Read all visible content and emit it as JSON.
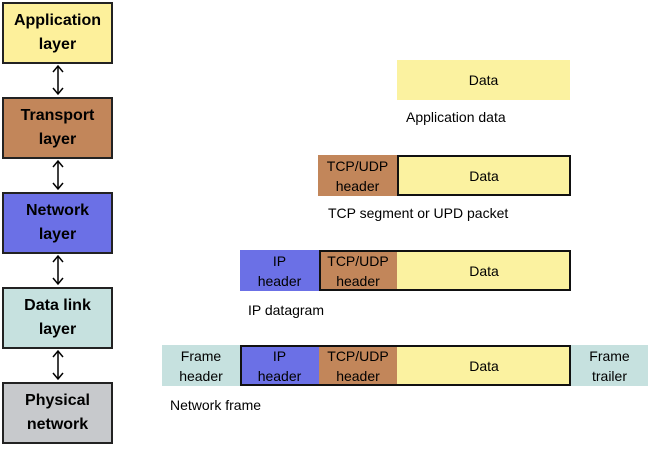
{
  "layers": {
    "application": "Application\nlayer",
    "transport": "Transport\nlayer",
    "network": "Network\nlayer",
    "datalink": "Data link\nlayer",
    "physical": "Physical\nnetwork"
  },
  "cells": {
    "data": "Data",
    "tcp_udp_header": "TCP/UDP\nheader",
    "ip_header": "IP\nheader",
    "frame_header": "Frame\nheader",
    "frame_trailer": "Frame\ntrailer"
  },
  "captions": {
    "application_data": "Application data",
    "tcp_segment": "TCP segment or UPD packet",
    "ip_datagram": "IP datagram",
    "network_frame": "Network frame"
  },
  "colors": {
    "application": "#fdf09b",
    "transport": "#c2865a",
    "network": "#6b70e6",
    "datalink": "#c6e1df",
    "physical": "#c7c9cc",
    "data": "#fbf2a0",
    "tcp_udp": "#c2865a",
    "ip": "#6b70e6",
    "frame": "#c6e1df"
  }
}
